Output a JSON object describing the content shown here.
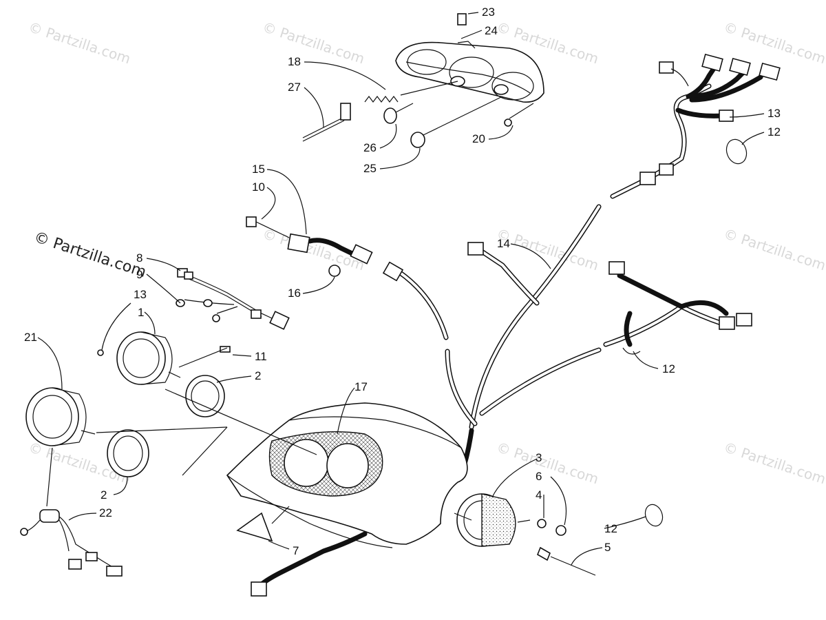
{
  "diagram": {
    "callouts": [
      {
        "label": "23",
        "name": "callout-23"
      },
      {
        "label": "24",
        "name": "callout-24"
      },
      {
        "label": "18",
        "name": "callout-18"
      },
      {
        "label": "27",
        "name": "callout-27"
      },
      {
        "label": "26",
        "name": "callout-26"
      },
      {
        "label": "25",
        "name": "callout-25"
      },
      {
        "label": "20",
        "name": "callout-20"
      },
      {
        "label": "13",
        "name": "callout-13-harness"
      },
      {
        "label": "12",
        "name": "callout-12-upper"
      },
      {
        "label": "15",
        "name": "callout-15"
      },
      {
        "label": "10",
        "name": "callout-10"
      },
      {
        "label": "16",
        "name": "callout-16"
      },
      {
        "label": "14",
        "name": "callout-14"
      },
      {
        "label": "8",
        "name": "callout-8"
      },
      {
        "label": "9",
        "name": "callout-9"
      },
      {
        "label": "13",
        "name": "callout-13-gauge"
      },
      {
        "label": "1",
        "name": "callout-1"
      },
      {
        "label": "11",
        "name": "callout-11"
      },
      {
        "label": "2",
        "name": "callout-2-right"
      },
      {
        "label": "21",
        "name": "callout-21"
      },
      {
        "label": "17",
        "name": "callout-17"
      },
      {
        "label": "12",
        "name": "callout-12-middle"
      },
      {
        "label": "2",
        "name": "callout-2-left"
      },
      {
        "label": "22",
        "name": "callout-22"
      },
      {
        "label": "3",
        "name": "callout-3"
      },
      {
        "label": "6",
        "name": "callout-6"
      },
      {
        "label": "4",
        "name": "callout-4"
      },
      {
        "label": "12",
        "name": "callout-12-lower"
      },
      {
        "label": "5",
        "name": "callout-5"
      },
      {
        "label": "7",
        "name": "callout-7"
      }
    ]
  },
  "watermark": {
    "text": "© Partzilla.com"
  }
}
